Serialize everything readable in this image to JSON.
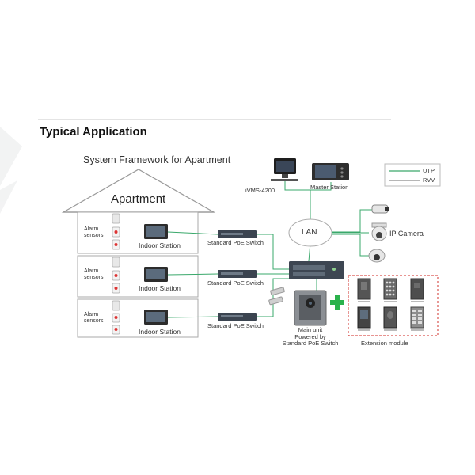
{
  "heading": "Typical Application",
  "framework_title": "System Framework for Apartment",
  "building_label": "Apartment",
  "floors": [
    {
      "alarm_label": "Alarm sensors",
      "station_label": "Indoor Station",
      "switch_label": "Standard PoE Switch"
    },
    {
      "alarm_label": "Alarm sensors",
      "station_label": "Indoor Station",
      "switch_label": "Standard PoE Switch"
    },
    {
      "alarm_label": "Alarm sensors",
      "station_label": "Indoor Station",
      "switch_label": "Standard PoE Switch"
    }
  ],
  "ivms_label": "iVMS-4200",
  "master_label": "Master Station",
  "lan_label": "LAN",
  "ip_camera_label": "IP Camera",
  "legend": {
    "utp": "UTP",
    "rvv": "RVV"
  },
  "main_unit_label": [
    "Main unit",
    "Powered by",
    "Standard PoE Switch"
  ],
  "extension_label": "Extension module",
  "colors": {
    "utp": "#3aa86b",
    "rvv": "#8a8a8a",
    "plus": "#2bb24c",
    "extension_border": "#d9534f"
  }
}
